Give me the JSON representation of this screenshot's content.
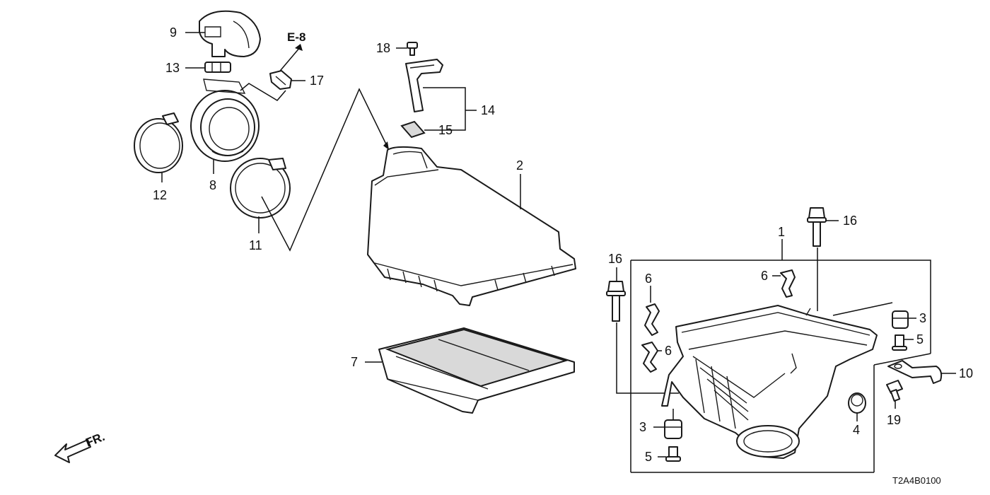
{
  "diagram": {
    "reference_label": "E-8",
    "front_label": "FR.",
    "diagram_code": "T2A4B0100",
    "callouts": {
      "p1": "1",
      "p2": "2",
      "p3a": "3",
      "p3b": "3",
      "p4": "4",
      "p5a": "5",
      "p5b": "5",
      "p6a": "6",
      "p6b": "6",
      "p6c": "6",
      "p7": "7",
      "p8": "8",
      "p9": "9",
      "p10": "10",
      "p11": "11",
      "p12": "12",
      "p13": "13",
      "p14": "14",
      "p15": "15",
      "p16a": "16",
      "p16b": "16",
      "p17": "17",
      "p18": "18",
      "p19": "19"
    }
  }
}
